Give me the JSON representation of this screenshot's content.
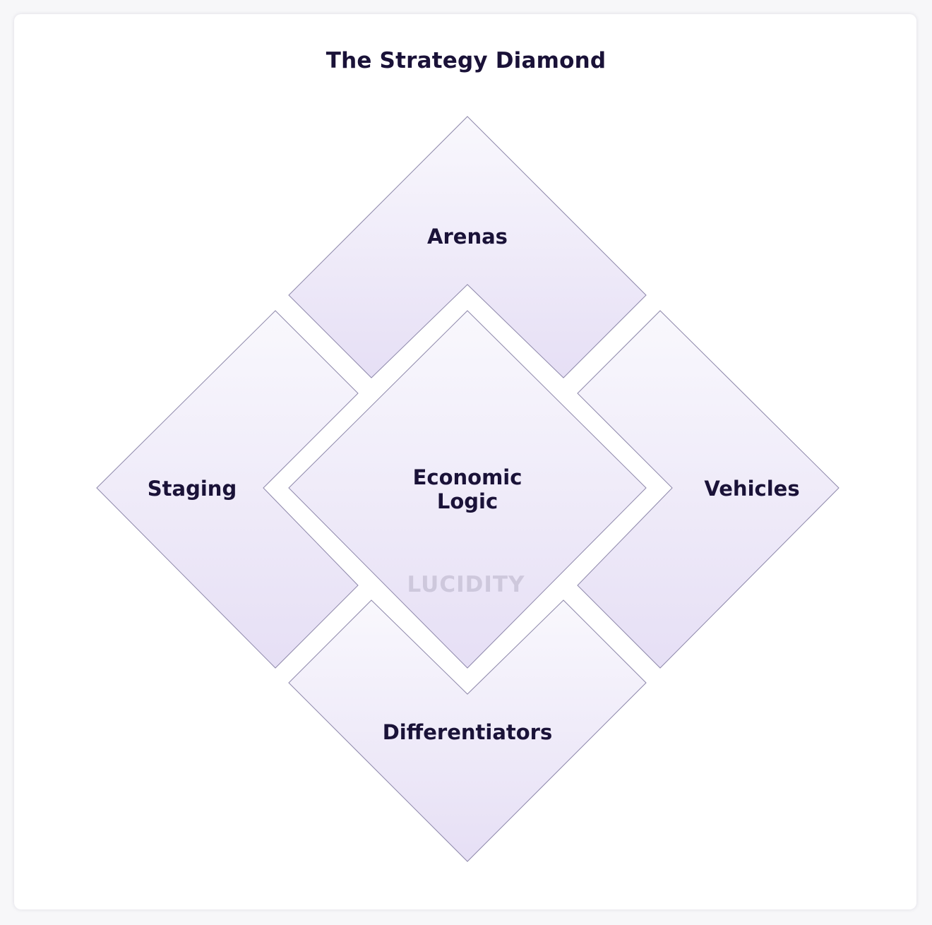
{
  "title": "The Strategy Diamond",
  "elements": {
    "arenas": "Arenas",
    "staging": "Staging",
    "vehicles": "Vehicles",
    "differentiators": "Differentiators",
    "economic_logic_line1": "Economic",
    "economic_logic_line2": "Logic"
  },
  "watermark": "LUCIDITY",
  "colors": {
    "fill_top": "#f9f8fd",
    "fill_bottom": "#e6dff5",
    "stroke": "#8d87aa",
    "text": "#1a1238"
  }
}
